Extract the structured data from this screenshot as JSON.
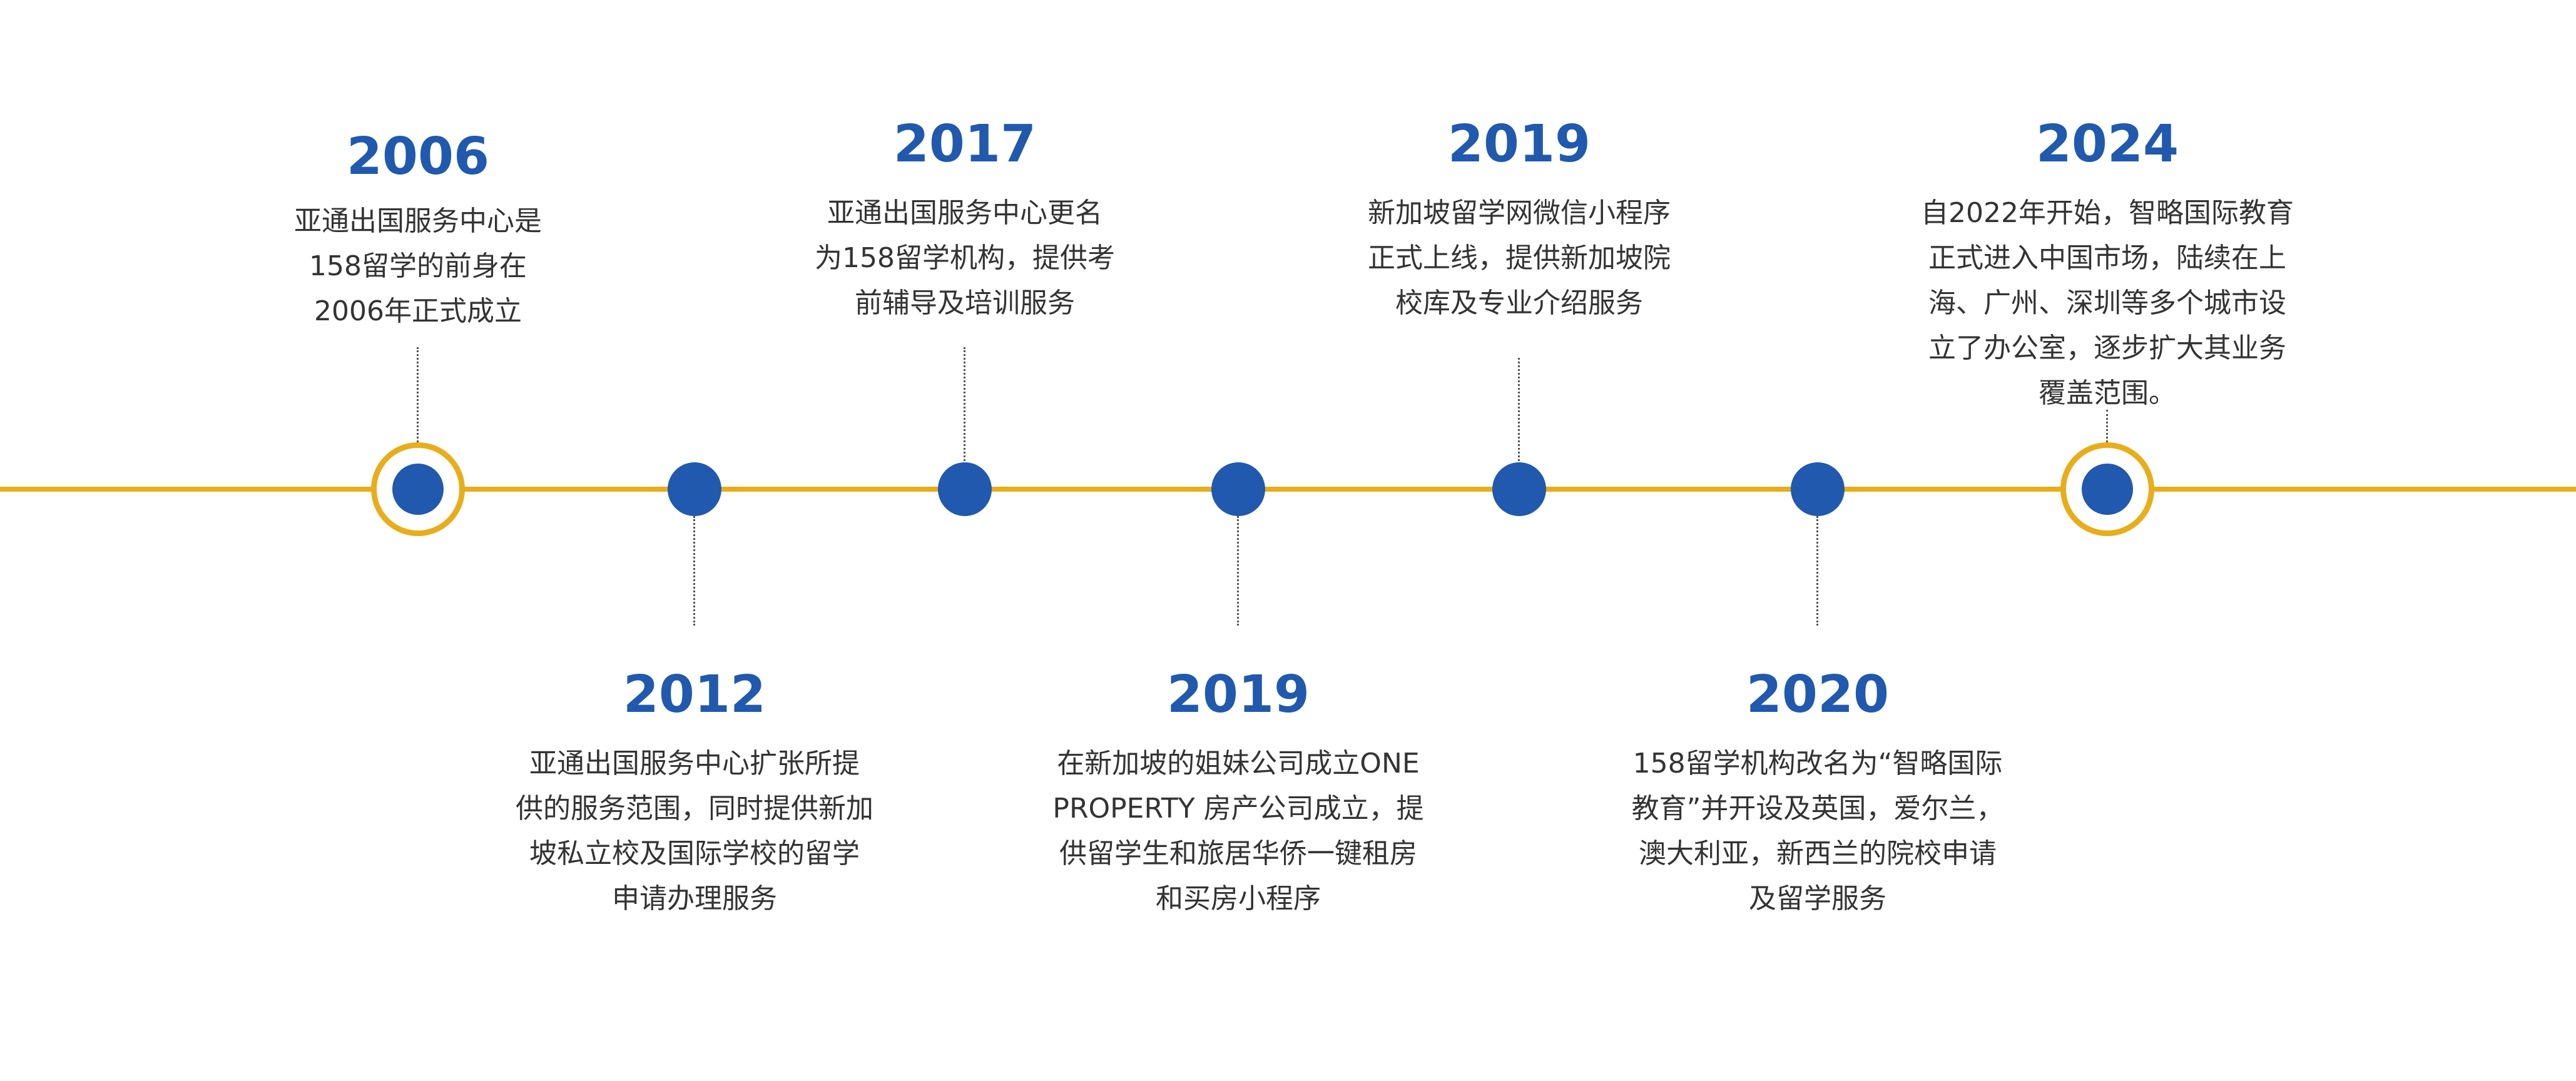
{
  "colors": {
    "primary_blue": "#2059ad",
    "accent_gold": "#e8ad1a",
    "text": "#333333",
    "connector": "#555555"
  },
  "events": [
    {
      "year": "2006",
      "lines": [
        "亚通出国服务中心是",
        "158留学的前身在",
        "2006年正式成立"
      ],
      "highlighted": true
    },
    {
      "year": "2012",
      "lines": [
        "亚通出国服务中心扩张所提",
        "供的服务范围，同时提供新加",
        "坡私立校及国际学校的留学",
        "申请办理服务"
      ],
      "highlighted": false
    },
    {
      "year": "2017",
      "lines": [
        "亚通出国服务中心更名",
        "为158留学机构，提供考",
        "前辅导及培训服务"
      ],
      "highlighted": false
    },
    {
      "year": "2019",
      "lines": [
        "在新加坡的姐妹公司成立ONE",
        "PROPERTY 房产公司成立，提",
        "供留学生和旅居华侨一键租房",
        "和买房小程序"
      ],
      "highlighted": false
    },
    {
      "year": "2019",
      "lines": [
        "新加坡留学网微信小程序",
        "正式上线，提供新加坡院",
        "校库及专业介绍服务"
      ],
      "highlighted": false
    },
    {
      "year": "2020",
      "lines": [
        "158留学机构改名为“智略国际",
        "教育”并开设及英国，爱尔兰，",
        "澳大利亚，新西兰的院校申请",
        "及留学服务"
      ],
      "highlighted": false
    },
    {
      "year": "2024",
      "lines": [
        "自2022年开始，智略国际教育",
        "正式进入中国市场，陆续在上",
        "海、广州、深圳等多个城市设",
        "立了办公室，逐步扩大其业务",
        "覆盖范围。"
      ],
      "highlighted": true
    }
  ]
}
